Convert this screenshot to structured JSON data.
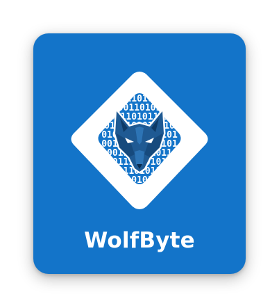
{
  "app": {
    "name": "WolfByte"
  },
  "logo": {
    "icon": "wolf-binary-diamond-icon",
    "binary_lines": [
      "0110100",
      "1001101010",
      "00110101101",
      "0101101011010",
      "01001111010101",
      "00110111011101",
      "10011011010110",
      "01011101010110",
      "1011010110",
      "0101011"
    ]
  },
  "colors": {
    "card_background": "#1374c9",
    "text": "#ffffff",
    "diamond": "#ffffff"
  }
}
